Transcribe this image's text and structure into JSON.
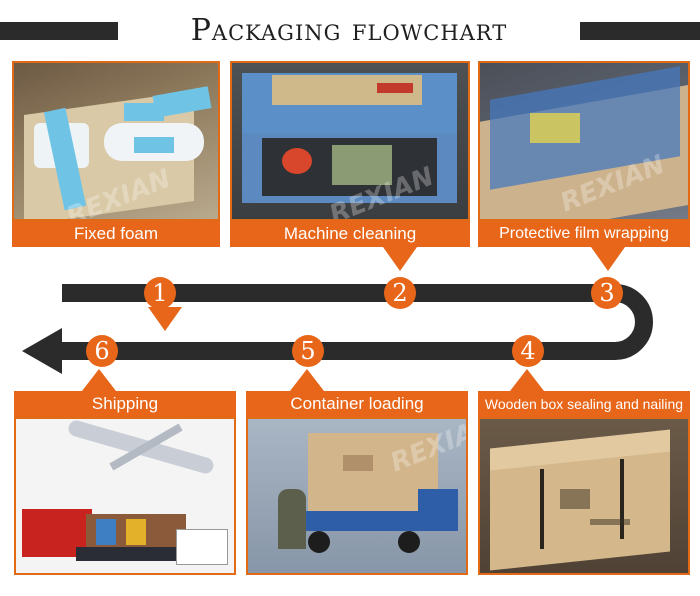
{
  "title": "Packaging flowchart",
  "watermark": "REXIAN",
  "colors": {
    "accent": "#e8661a",
    "track": "#2b2b2b",
    "label_text": "#ffffff"
  },
  "steps": [
    {
      "number": "1",
      "label": "Fixed foam"
    },
    {
      "number": "2",
      "label": "Machine cleaning"
    },
    {
      "number": "3",
      "label": "Protective film wrapping"
    },
    {
      "number": "4",
      "label": "Wooden box sealing and nailing"
    },
    {
      "number": "5",
      "label": "Container loading"
    },
    {
      "number": "6",
      "label": "Shipping"
    }
  ]
}
